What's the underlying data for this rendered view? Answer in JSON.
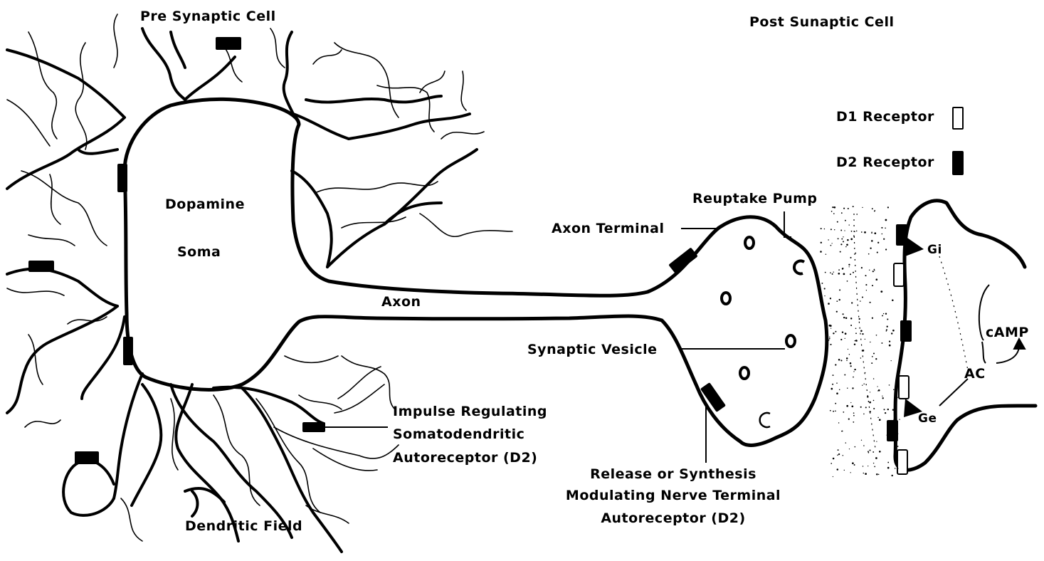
{
  "titles": {
    "pre": "Pre Synaptic Cell",
    "post": "Post Sunaptic Cell"
  },
  "legend": {
    "d1_label": "D1 Receptor",
    "d2_label": "D2 Receptor",
    "d1_fill": "#ffffff",
    "d2_fill": "#000000"
  },
  "labels": {
    "dopamine": "Dopamine",
    "soma": "Soma",
    "axon": "Axon",
    "axon_terminal": "Axon Terminal",
    "reuptake_pump": "Reuptake Pump",
    "synaptic_vesicle": "Synaptic Vesicle",
    "impulse": [
      "Impulse Regulating",
      "Somatodendritic",
      "Autoreceptor (D2)"
    ],
    "release": [
      "Release or Synthesis",
      "Modulating Nerve Terminal",
      "Autoreceptor (D2)"
    ],
    "dendritic_field": "Dendritic Field",
    "gi": "Gi",
    "ge": "Ge",
    "ac": "AC",
    "camp": "cAMP"
  }
}
